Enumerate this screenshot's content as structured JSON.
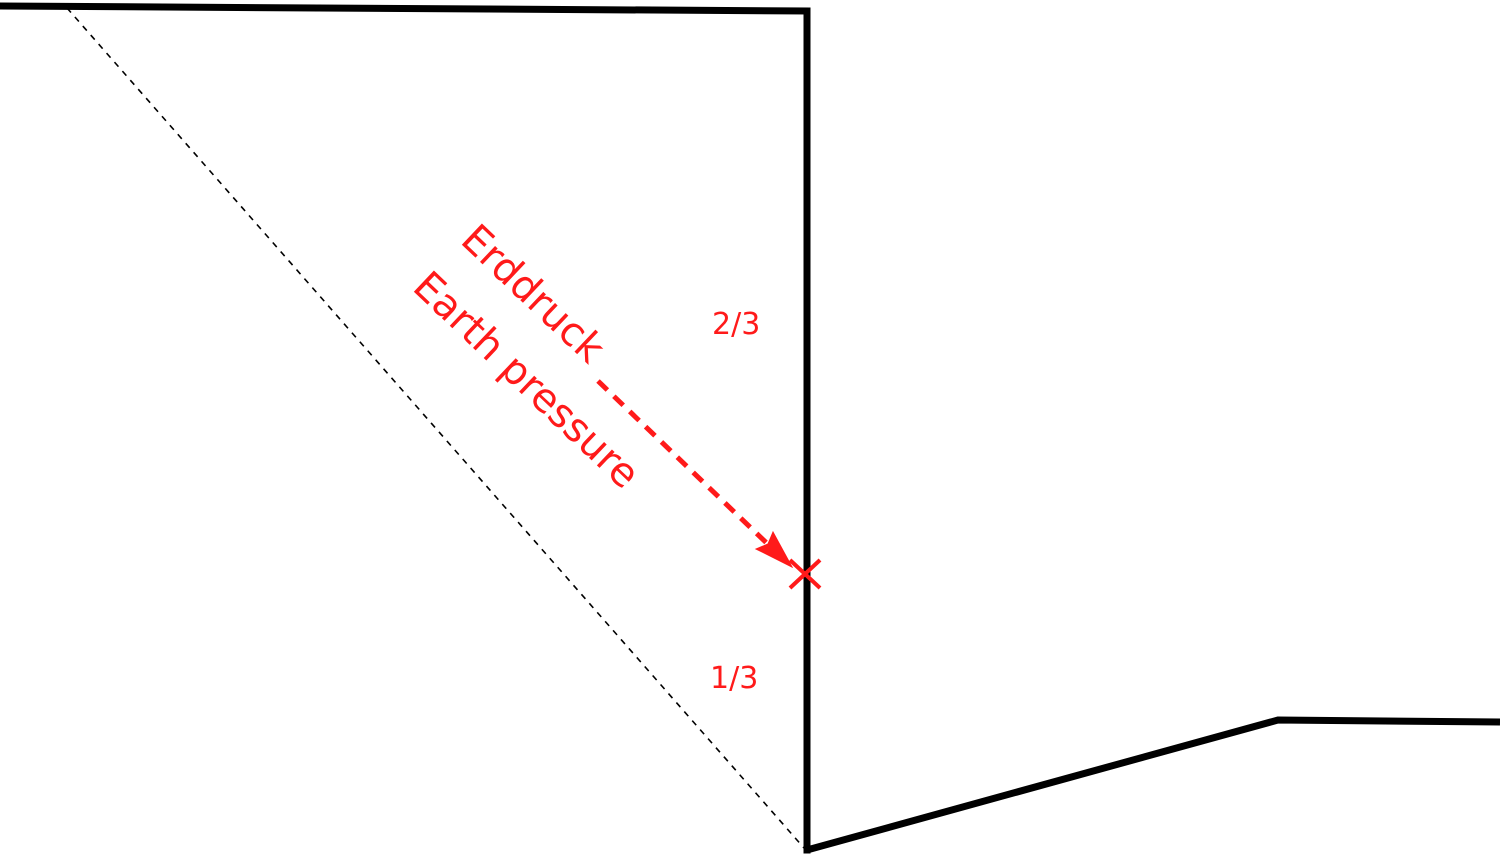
{
  "diagram": {
    "labels": {
      "german": "Erddruck",
      "english": "Earth pressure",
      "upper_fraction": "2/3",
      "lower_fraction": "1/3"
    },
    "colors": {
      "outline": "#000000",
      "accent": "#ff1a1a",
      "background": "#ffffff"
    }
  }
}
